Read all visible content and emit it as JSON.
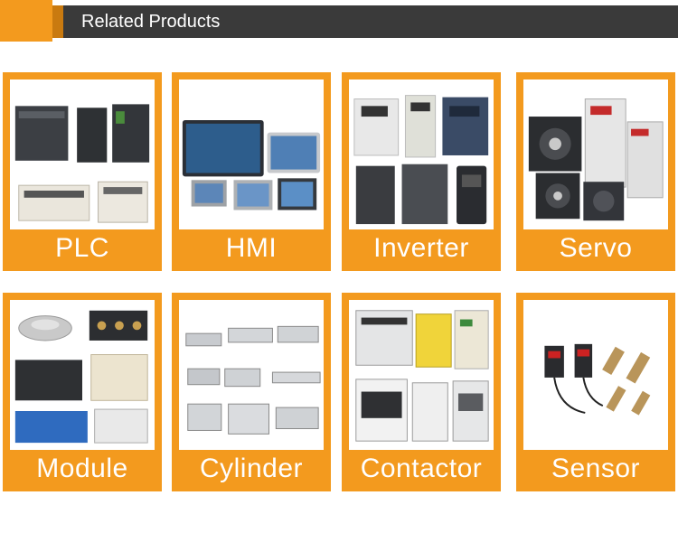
{
  "header": {
    "title": "Related Products"
  },
  "products": [
    {
      "label": "PLC"
    },
    {
      "label": "HMI"
    },
    {
      "label": "Inverter"
    },
    {
      "label": "Servo"
    },
    {
      "label": "Module"
    },
    {
      "label": "Cylinder"
    },
    {
      "label": "Contactor"
    },
    {
      "label": "Sensor"
    }
  ],
  "colors": {
    "accent": "#f39a1e",
    "header_bg": "#3a3a3a",
    "label_text": "#ffffff"
  }
}
